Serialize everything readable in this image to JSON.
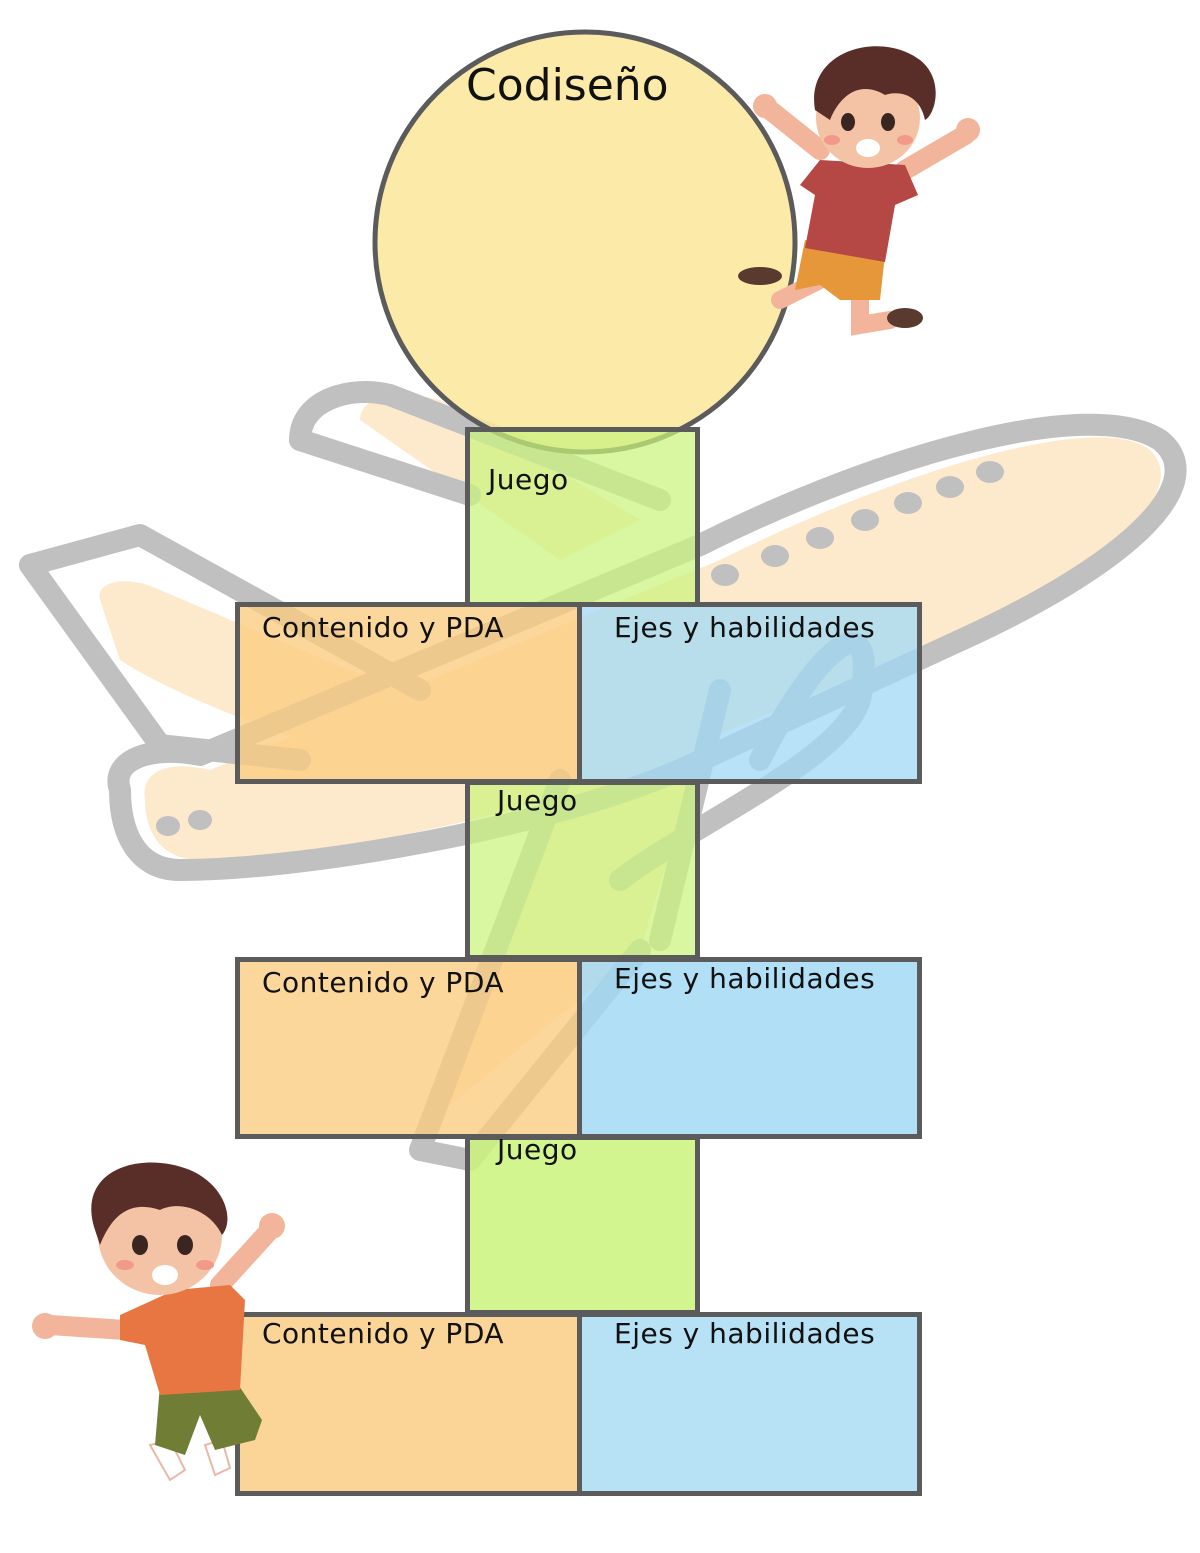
{
  "title": "Codiseño",
  "colors": {
    "circle": "#fbe69a",
    "juego": "#d6f59d",
    "contenido": "#fbd598",
    "ejes": "#b7e2f6",
    "outline": "#5b5b5b"
  },
  "rows": [
    {
      "juego": "Juego",
      "contenido": "Contenido y PDA",
      "ejes": "Ejes y habilidades"
    },
    {
      "juego": "Juego",
      "contenido": "Contenido y PDA",
      "ejes": "Ejes y habilidades"
    },
    {
      "juego": "Juego",
      "contenido": "Contenido y PDA",
      "ejes": "Ejes y habilidades"
    }
  ],
  "decorations": [
    "airplane-illustration",
    "boy-top-right-illustration",
    "boy-bottom-left-illustration"
  ]
}
